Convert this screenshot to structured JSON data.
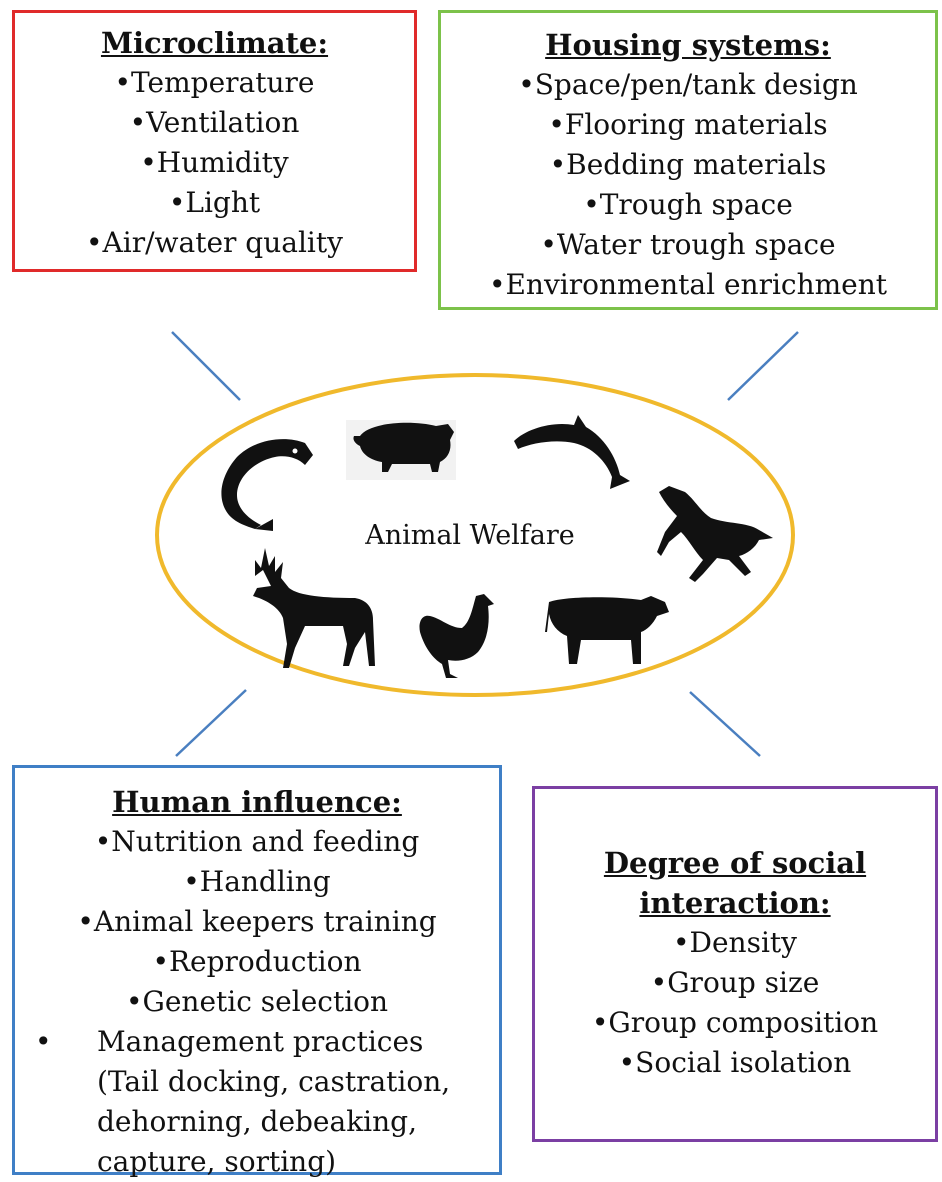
{
  "center": {
    "label": "Animal Welfare"
  },
  "animals": [
    "fish-icon",
    "pig-icon",
    "dolphin-icon",
    "horse-icon",
    "cow-icon",
    "chicken-icon",
    "deer-icon"
  ],
  "colors": {
    "ellipse": "#f0b92c",
    "connector": "#4a7fc0",
    "microclimate": "#e02a2a",
    "housing": "#7cc24a",
    "human": "#3f7fc6",
    "social": "#7b3fa3"
  },
  "microclimate": {
    "title": "Microclimate:",
    "items": [
      "Temperature",
      "Ventilation",
      "Humidity",
      "Light",
      "Air/water quality"
    ]
  },
  "housing": {
    "title": "Housing systems:",
    "items": [
      "Space/pen/tank design",
      "Flooring materials",
      "Bedding materials",
      "Trough space",
      "Water trough space",
      "Environmental enrichment"
    ]
  },
  "human": {
    "title": "Human influence:",
    "items": [
      "Nutrition and feeding",
      "Handling",
      "Animal keepers training",
      "Reproduction",
      "Genetic selection"
    ],
    "practices_bullet": "•",
    "practices": [
      "Management practices",
      "(Tail docking, castration,",
      "dehorning, debeaking,",
      "capture, sorting)"
    ]
  },
  "social": {
    "title_line1": "Degree of social",
    "title_line2": "interaction:",
    "items": [
      "Density",
      "Group size",
      "Group composition",
      "Social isolation"
    ]
  }
}
